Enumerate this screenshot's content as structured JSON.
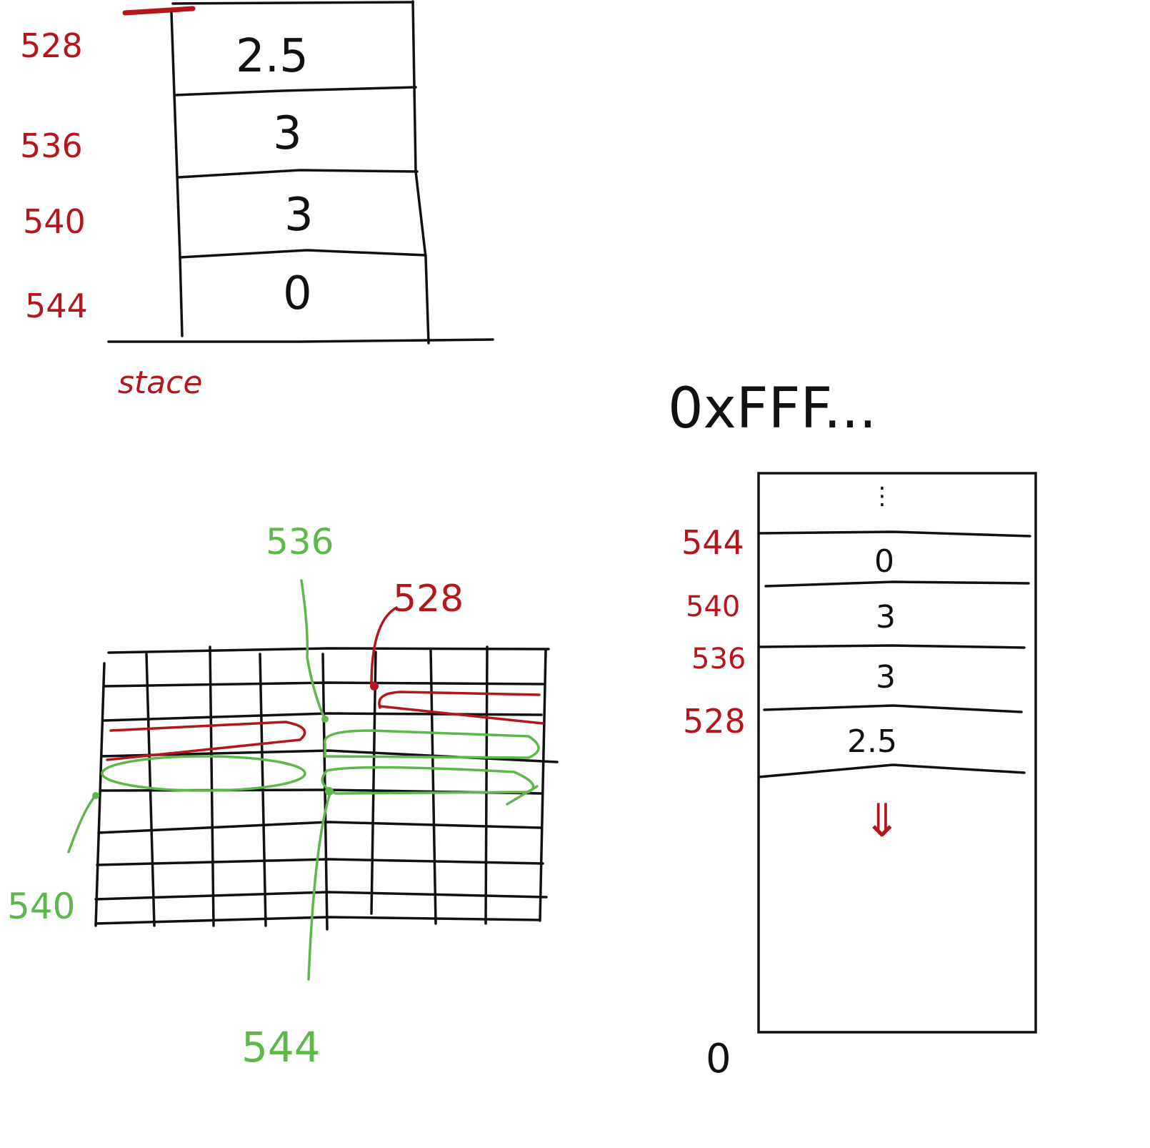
{
  "stack_diagram": {
    "label": "stace",
    "cells": [
      {
        "address": "528",
        "value": "2.5"
      },
      {
        "address": "536",
        "value": "3"
      },
      {
        "address": "540",
        "value": "3"
      },
      {
        "address": "544",
        "value": "0"
      }
    ]
  },
  "memory_grid": {
    "labels": {
      "top_green": "536",
      "top_red": "528",
      "left_green": "540",
      "bottom_green": "544"
    }
  },
  "address_space": {
    "top_label": "0xFFF...",
    "bottom_label": "0",
    "ellipsis": "⋮",
    "cells": [
      {
        "address": "544",
        "value": "0"
      },
      {
        "address": "540",
        "value": "3"
      },
      {
        "address": "536",
        "value": "3"
      },
      {
        "address": "528",
        "value": "2.5"
      }
    ],
    "growth_arrow": "⇓"
  },
  "colors": {
    "ink": "#111111",
    "address_red": "#b4161b",
    "highlight_green": "#5cb849"
  }
}
